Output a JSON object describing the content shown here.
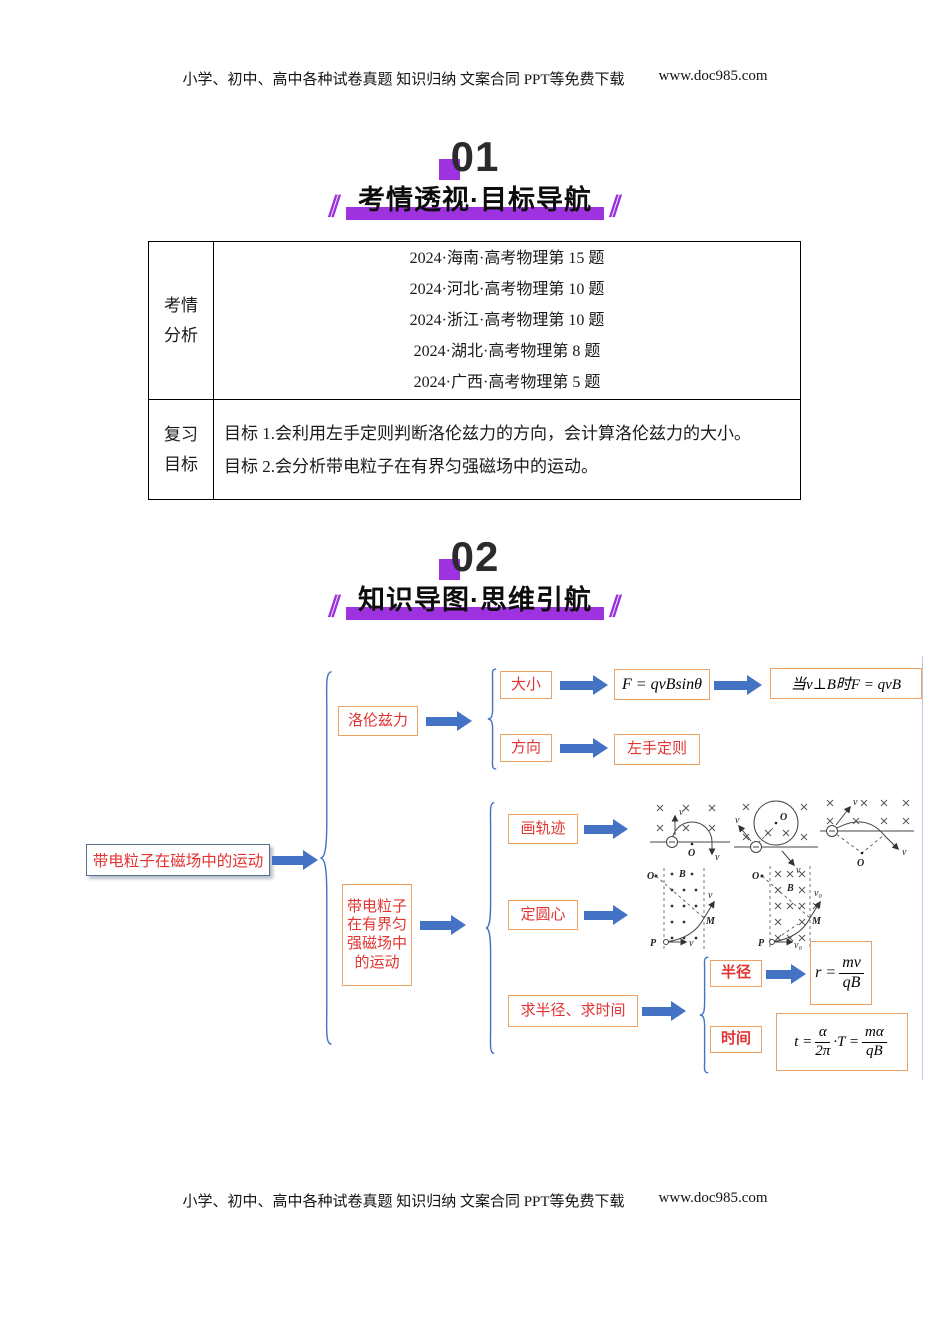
{
  "header": {
    "line": "小学、初中、高中各种试卷真题 知识归纳 文案合同 PPT等免费下载",
    "url": "www.doc985.com"
  },
  "footer": {
    "line": "小学、初中、高中各种试卷真题 知识归纳 文案合同 PPT等免费下载",
    "url": "www.doc985.com"
  },
  "sections": {
    "s1": {
      "number": "01",
      "title": "考情透视·目标导航",
      "slash": "∥"
    },
    "s2": {
      "number": "02",
      "title": "知识导图·思维引航",
      "slash": "∥"
    }
  },
  "table": {
    "row1_label": [
      "考情",
      "分析"
    ],
    "exam_items": [
      "2024·海南·高考物理第 15 题",
      "2024·河北·高考物理第 10 题",
      "2024·浙江·高考物理第 10 题",
      "2024·湖北·高考物理第 8 题",
      "2024·广西·高考物理第 5 题"
    ],
    "row2_label": [
      "复习",
      "目标"
    ],
    "goals": [
      "目标 1.会利用左手定则判断洛伦兹力的方向，会计算洛伦兹力的大小。",
      "目标 2.会分析带电粒子在有界匀强磁场中的运动。"
    ]
  },
  "mindmap": {
    "root": "带电粒子在磁场中的运动",
    "lorentz": {
      "label": "洛伦兹力",
      "magnitude": "大小",
      "formula": "F = qvBsinθ",
      "condition": "当v⊥B时F = qvB",
      "direction": "方向",
      "rule": "左手定则"
    },
    "bounded": {
      "label": "带电粒子在有界匀强磁场中的运动",
      "draw": "画轨迹",
      "center": "定圆心",
      "solve": "求半径、求时间",
      "radius": "半径",
      "time": "时间",
      "radius_formula": {
        "lhs": "r =",
        "num": "mv",
        "den": "qB"
      },
      "time_formula": {
        "lhs": "t =",
        "num1": "α",
        "den1": "2π",
        "mid": "·T =",
        "num2": "mα",
        "den2": "qB"
      }
    },
    "sym": {
      "O": "O",
      "B": "B",
      "v": "v",
      "v0": "v₀",
      "M": "M",
      "P": "P"
    }
  },
  "colors": {
    "purple": "#9d32de",
    "arrow_blue": "#4472c4",
    "box_orange": "#eda264",
    "text_red": "#e23333",
    "root_border": "#5b6e8c"
  }
}
